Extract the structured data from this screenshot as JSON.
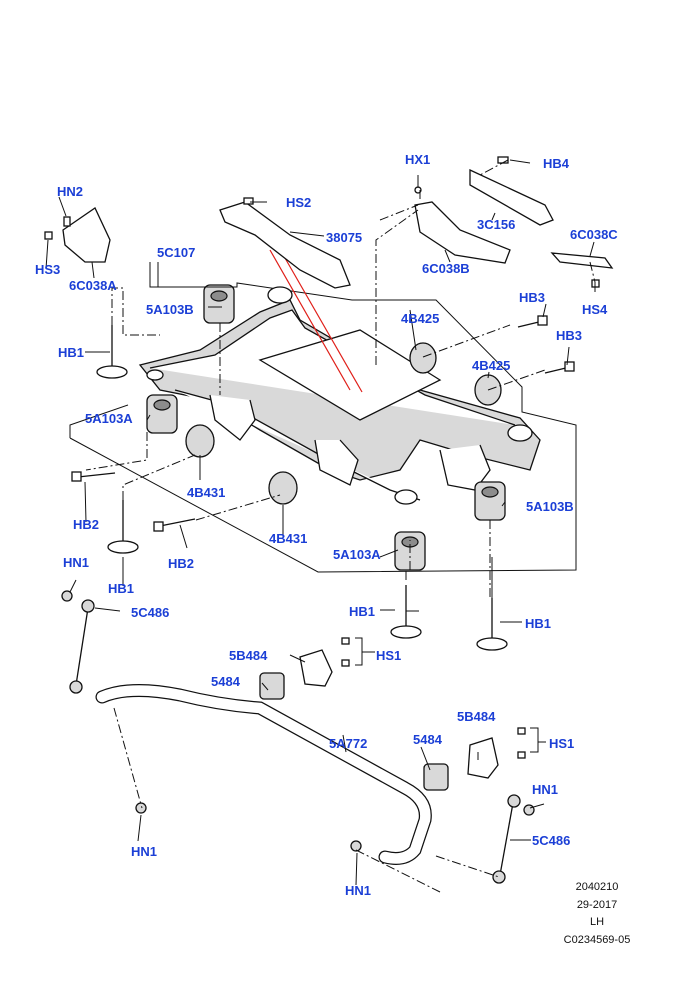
{
  "diagram": {
    "labels": {
      "HN2": "HN2",
      "HS3": "HS3",
      "6C038A": "6C038A",
      "HS2": "HS2",
      "38075": "38075",
      "5C107": "5C107",
      "5A103B_top": "5A103B",
      "HB1_left": "HB1",
      "HX1": "HX1",
      "HB4": "HB4",
      "3C156": "3C156",
      "6C038B": "6C038B",
      "6C038C": "6C038C",
      "HS4": "HS4",
      "HB3_a": "HB3",
      "4B425_a": "4B425",
      "HB3_b": "HB3",
      "4B425_b": "4B425",
      "5A103A_left": "5A103A",
      "4B431_a": "4B431",
      "HB2_a": "HB2",
      "HB2_b": "HB2",
      "4B431_b": "4B431",
      "HB1_mid": "HB1",
      "5A103A_mid": "5A103A",
      "5A103B_right": "5A103B",
      "HN1_top": "HN1",
      "5C486_top": "5C486",
      "HB1_c": "HB1",
      "HB1_d": "HB1",
      "5B484_left": "5B484",
      "HS1_left": "HS1",
      "5484_left": "5484",
      "5A772": "5A772",
      "5B484_right": "5B484",
      "5484_right": "5484",
      "HS1_right": "HS1",
      "HN1_right": "HN1",
      "5C486_bottom": "5C486",
      "HN1_left": "HN1",
      "HN1_bottom": "HN1"
    },
    "meta": {
      "line1": "2040210",
      "line2": "29-2017",
      "line3": "LH",
      "line4": "C0234569-05"
    },
    "colors": {
      "label": "#1b3fd6",
      "line": "#111111",
      "highlight": "#e0201a"
    }
  }
}
